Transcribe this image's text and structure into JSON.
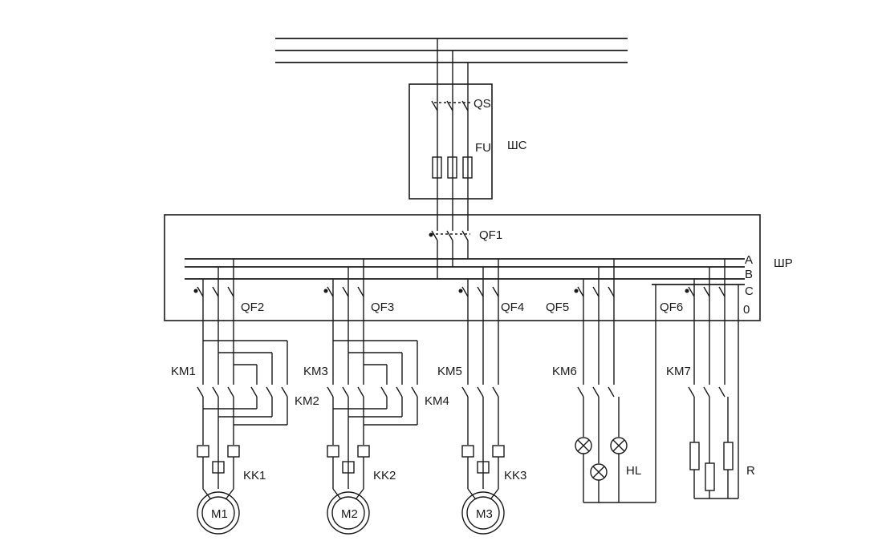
{
  "supply_cabinet": {
    "label": "ШС",
    "switch_label": "QS",
    "fuse_label": "FU"
  },
  "distribution_board": {
    "label": "ШР",
    "main_breaker_label": "QF1",
    "bus_labels": [
      "A",
      "B",
      "C",
      "0"
    ]
  },
  "motor_feeders": [
    {
      "breaker": "QF2",
      "contactor_a": "KM1",
      "contactor_b": "KM2",
      "relay": "KK1",
      "motor": "M1"
    },
    {
      "breaker": "QF3",
      "contactor_a": "KM3",
      "contactor_b": "KM4",
      "relay": "KK2",
      "motor": "M2"
    },
    {
      "breaker": "QF4",
      "contactor_a": "KM5",
      "relay": "KK3",
      "motor": "M3"
    }
  ],
  "lighting_feeder": {
    "breaker": "QF5",
    "contactor": "KM6",
    "load": "HL"
  },
  "heater_feeder": {
    "breaker": "QF6",
    "contactor": "KM7",
    "load": "R"
  }
}
